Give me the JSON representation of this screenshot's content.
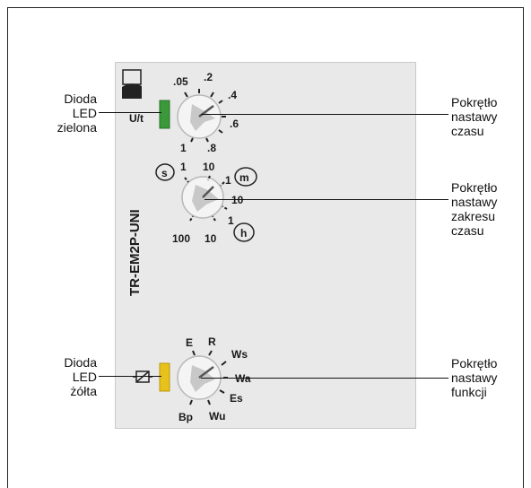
{
  "device": {
    "model": "TR-EM2P-UNI",
    "time_dial": {
      "marks": [
        ".05",
        ".2",
        ".4",
        ".6",
        ".8",
        "1"
      ],
      "led_label": "U/t"
    },
    "range_dial": {
      "marks": [
        "1",
        "10",
        "1",
        "10",
        "1",
        "10",
        "100"
      ],
      "units": [
        "s",
        "m",
        "h"
      ]
    },
    "function_dial": {
      "marks": [
        "E",
        "R",
        "Ws",
        "Wa",
        "Es",
        "Wu",
        "Bp"
      ]
    }
  },
  "callouts": {
    "green_led": [
      "Dioda",
      "LED",
      "zielona"
    ],
    "yellow_led": [
      "Dioda",
      "LED",
      "żółta"
    ],
    "time_knob": [
      "Pokrętło",
      "nastawy",
      "czasu"
    ],
    "range_knob": [
      "Pokrętło",
      "nastawy",
      "zakresu",
      "czasu"
    ],
    "function_knob": [
      "Pokrętło",
      "nastawy",
      "funkcji"
    ]
  },
  "colors": {
    "green_led": "#3a9a3a",
    "yellow_led": "#e8c21a",
    "housing": "#e9e9ea"
  }
}
